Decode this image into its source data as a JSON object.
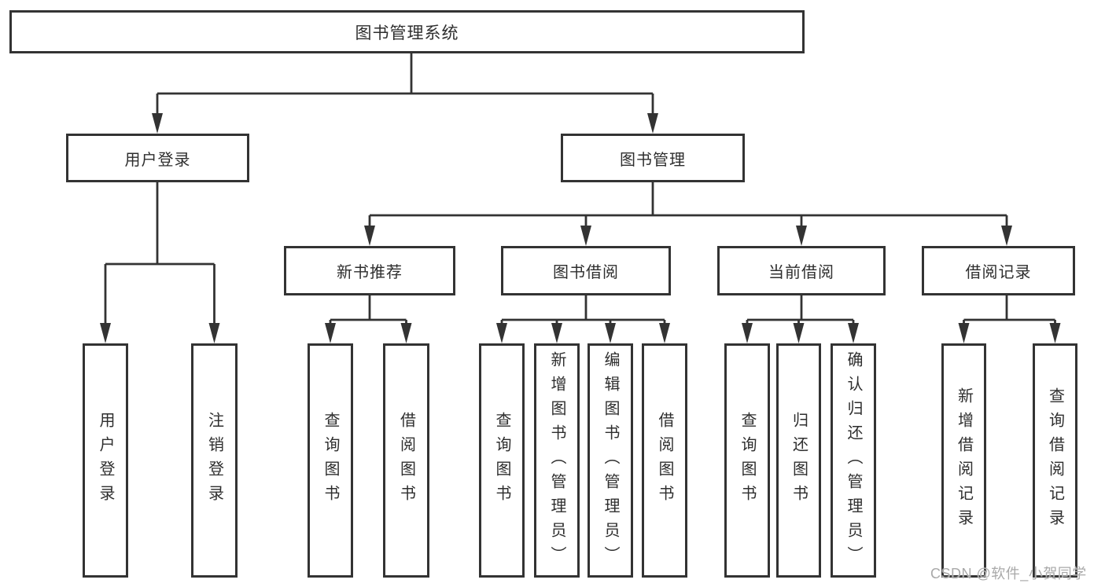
{
  "tree": {
    "label": "图书管理系统",
    "children": [
      {
        "label": "用户登录",
        "children": [
          {
            "label": "用户登录"
          },
          {
            "label": "注销登录"
          }
        ]
      },
      {
        "label": "图书管理",
        "children": [
          {
            "label": "新书推荐",
            "children": [
              {
                "label": "查询图书"
              },
              {
                "label": "借阅图书"
              }
            ]
          },
          {
            "label": "图书借阅",
            "children": [
              {
                "label": "查询图书"
              },
              {
                "label": "新增图书（管理员）"
              },
              {
                "label": "编辑图书（管理员）"
              },
              {
                "label": "借阅图书"
              }
            ]
          },
          {
            "label": "当前借阅",
            "children": [
              {
                "label": "查询图书"
              },
              {
                "label": "归还图书"
              },
              {
                "label": "确认归还（管理员）"
              }
            ]
          },
          {
            "label": "借阅记录",
            "children": [
              {
                "label": "新增借阅记录"
              },
              {
                "label": "查询借阅记录"
              }
            ]
          }
        ]
      }
    ]
  },
  "watermark": {
    "text": "CSDN @软件_小贺同学"
  },
  "colors": {
    "line": "#333333",
    "box_border": "#333333",
    "text": "#2e2e2e",
    "background": "#ffffff",
    "watermark": "#a9a9a9"
  }
}
